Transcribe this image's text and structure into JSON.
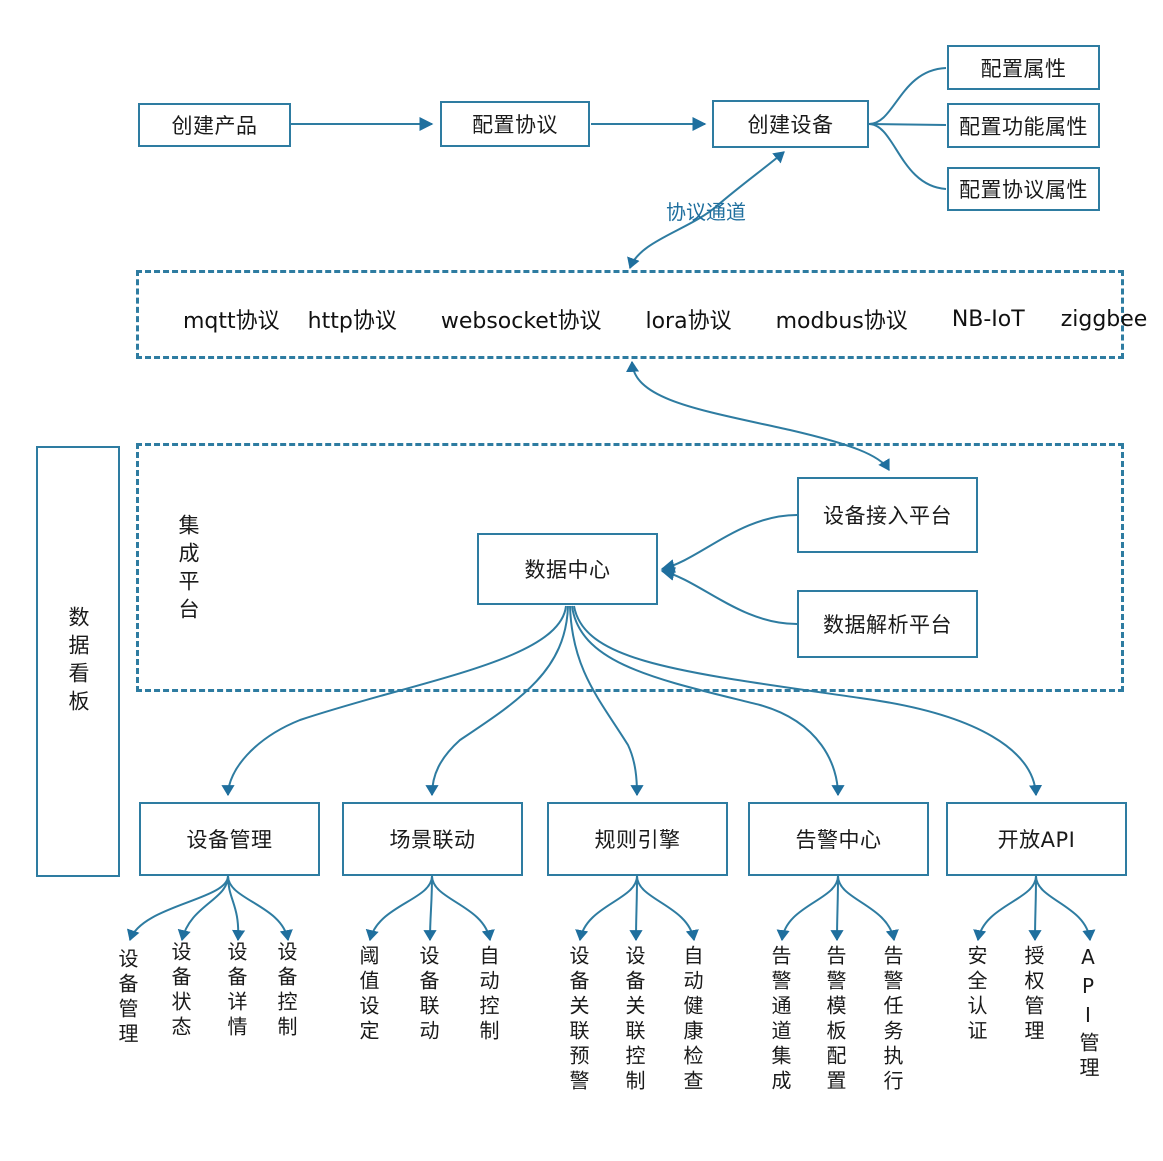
{
  "diagram": {
    "title": "IoT Platform Architecture Flow",
    "colors": {
      "stroke": "#2e7ca1",
      "edge": "#1f6f9e",
      "text": "#1a1a1a",
      "background": "#ffffff"
    },
    "flow": {
      "create_product": "创建产品",
      "config_protocol": "配置协议",
      "create_device": "创建设备",
      "attributes": [
        {
          "label": "配置属性"
        },
        {
          "label": "配置功能属性"
        },
        {
          "label": "配置协议属性"
        }
      ],
      "channel_label": "协议通道"
    },
    "protocol_band": {
      "items": [
        "mqtt协议",
        "http协议",
        "websocket协议",
        "lora协议",
        "modbus协议",
        "NB-IoT",
        "ziggbee"
      ]
    },
    "dashboard": {
      "label": "数据看板"
    },
    "integration": {
      "label": "集成平台",
      "data_center": "数据中心",
      "device_access_platform": "设备接入平台",
      "data_parse_platform": "数据解析平台"
    },
    "modules": [
      {
        "label": "设备管理",
        "leaves": [
          "设备管理",
          "设备状态",
          "设备详情",
          "设备控制"
        ]
      },
      {
        "label": "场景联动",
        "leaves": [
          "阈值设定",
          "设备联动",
          "自动控制"
        ]
      },
      {
        "label": "规则引擎",
        "leaves": [
          "设备关联预警",
          "设备关联控制",
          "自动健康检查"
        ]
      },
      {
        "label": "告警中心",
        "leaves": [
          "告警通道集成",
          "告警模板配置",
          "告警任务执行"
        ]
      },
      {
        "label": "开放API",
        "leaves": [
          "安全认证",
          "授权管理",
          "API管理"
        ]
      }
    ]
  }
}
